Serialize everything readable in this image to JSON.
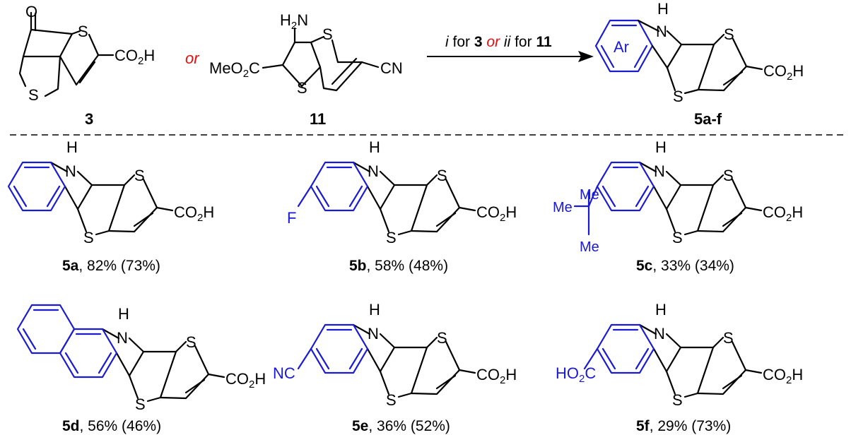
{
  "reaction": {
    "reagent_a": {
      "id": "3"
    },
    "connector_or": "or",
    "reagent_b": {
      "id": "11",
      "amino": "H2N",
      "ester": "MeO2C",
      "nitrile": "CN"
    },
    "conditions": {
      "cond1": "i",
      "for1": " for ",
      "ref1": "3",
      "or": "or",
      "cond2": "ii",
      "for2": " for ",
      "ref2": "11"
    },
    "product": {
      "id": "5a-f",
      "ring_label": "Ar"
    },
    "atoms": {
      "S": "S",
      "H": "H",
      "N": "N",
      "O": "O",
      "acid": "CO2H"
    }
  },
  "products": [
    {
      "id": "5a",
      "yields": ", 82% (73%)",
      "substituent": ""
    },
    {
      "id": "5b",
      "yields": ", 58% (48%)",
      "substituent": "F"
    },
    {
      "id": "5c",
      "yields": ", 33% (34%)",
      "substituent": "Me, Me, Me"
    },
    {
      "id": "5d",
      "yields": ", 56% (46%)",
      "substituent": "benzo"
    },
    {
      "id": "5e",
      "yields": ", 36% (52%)",
      "substituent": "NC"
    },
    {
      "id": "5f",
      "yields": ", 29% (73%)",
      "substituent": "HO2C"
    }
  ],
  "colors": {
    "highlight": "#1a1ad4",
    "or_text": "#e01010",
    "structure": "#000000"
  }
}
